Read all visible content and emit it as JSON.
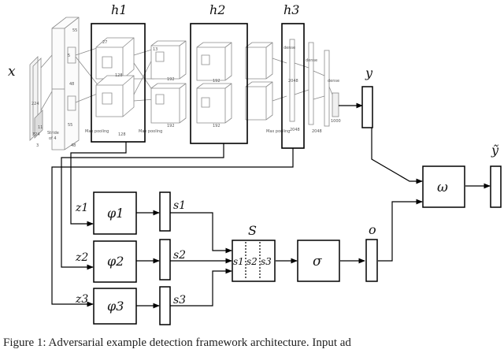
{
  "labels": {
    "x": "x",
    "h1": "h1",
    "h2": "h2",
    "h3": "h3",
    "y": "y",
    "y_tilde": "ỹ",
    "omega": "ω",
    "S": "S",
    "sigma": "σ",
    "o": "o",
    "z": [
      "z1",
      "z2",
      "z3"
    ],
    "phi": [
      "φ1",
      "φ2",
      "φ3"
    ],
    "s": [
      "s1",
      "s2",
      "s3"
    ]
  },
  "alexnet_text": {
    "n224a": "224",
    "n224b": "224",
    "n11": "11",
    "n5": "5",
    "n3": "3",
    "stride": "Stride",
    "of4": "of 4",
    "n55a": "55",
    "n55b": "55",
    "n48a": "48",
    "n48b": "48",
    "n27": "27",
    "n128a": "128",
    "n128b": "128",
    "n13": "13",
    "n192a": "192",
    "n192b": "192",
    "n192c": "192",
    "n192d": "192",
    "n2048a": "2048",
    "n2048b": "2048",
    "n2048c": "2048",
    "n1000": "1000",
    "dense": "dense",
    "maxpool": "Max pooling"
  },
  "caption": "Figure 1: Adversarial example detection framework architecture. Input ad"
}
